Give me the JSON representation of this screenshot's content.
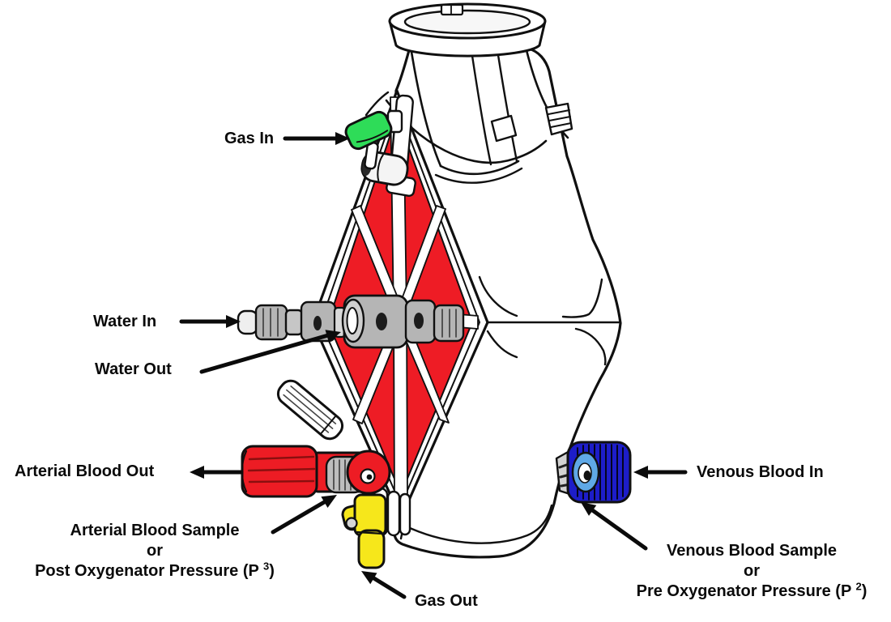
{
  "figure": {
    "labels": {
      "gas_in": "Gas In",
      "water_in": "Water In",
      "water_out": "Water Out",
      "arterial_blood_out": "Arterial Blood Out",
      "arterial_sample": {
        "line1": "Arterial Blood Sample",
        "line2": "or",
        "line3_prefix": "Post Oxygenator Pressure (P ",
        "line3_sup": "3",
        "line3_suffix": ")"
      },
      "gas_out": "Gas Out",
      "venous_blood_in": "Venous Blood In",
      "venous_sample": {
        "line1": "Venous Blood Sample",
        "line2": "or",
        "line3_prefix": "Pre Oxygenator Pressure (P ",
        "line3_sup": "2",
        "line3_suffix": ")"
      }
    },
    "colors": {
      "gas_in_green": "#2EDC58",
      "gas_out_yellow": "#F6E71B",
      "arterial_red": "#ED1C24",
      "heat_exchanger_red": "#EE1C25",
      "venous_blue": "#1D1DC9",
      "venous_hub_blue": "#5FA8E6",
      "connector_gray": "#B5B5B5",
      "line_black": "#101010"
    }
  }
}
